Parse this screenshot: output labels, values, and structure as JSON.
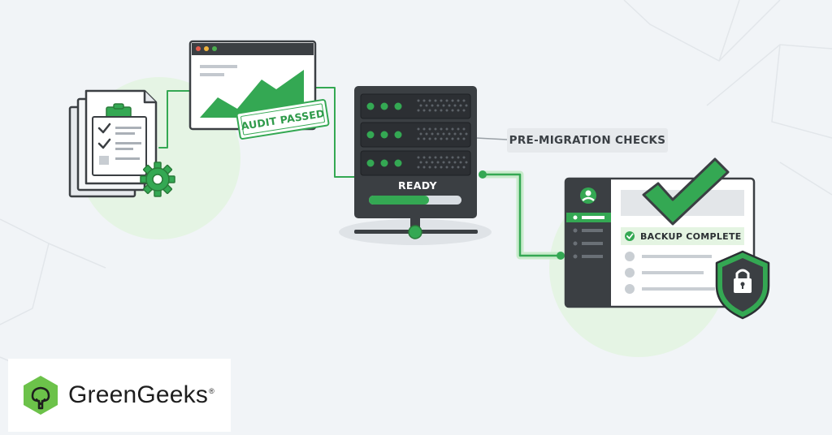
{
  "illustration": {
    "audit_stamp": "AUDIT PASSED",
    "server_status": "READY",
    "server_progress": 0.65,
    "checks_label": "PRE-MIGRATION CHECKS",
    "backup_status": "BACKUP COMPLETE"
  },
  "brand": {
    "name": "GreenGeeks",
    "registered_mark": "®"
  },
  "colors": {
    "brand_green": "#34a853",
    "dark_panel": "#3b3f43",
    "background": "#f1f4f7"
  },
  "icons": [
    "clipboard-checklist-icon",
    "gear-icon",
    "chart-window-icon",
    "server-rack-icon",
    "checkmark-icon",
    "shield-lock-icon",
    "brand-logo-icon"
  ]
}
